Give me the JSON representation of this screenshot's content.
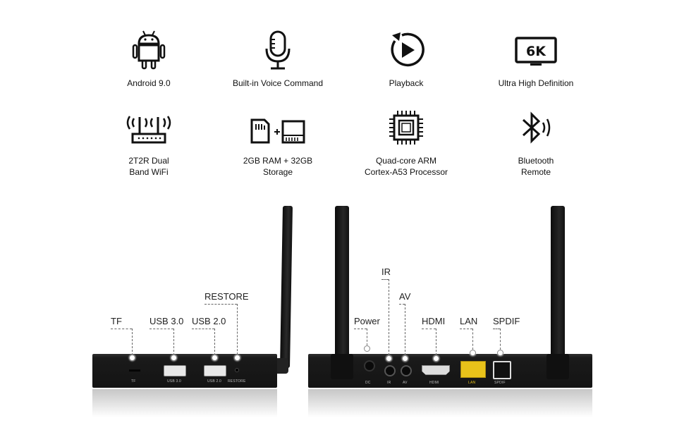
{
  "features": [
    {
      "icon": "android-icon",
      "label": "Android 9.0"
    },
    {
      "icon": "microphone-icon",
      "label": "Built-in Voice Command"
    },
    {
      "icon": "playback-icon",
      "label": "Playback"
    },
    {
      "icon": "monitor-6k-icon",
      "label": "Ultra High Definition",
      "badge": "6K"
    },
    {
      "icon": "router-wifi-icon",
      "label": "2T2R Dual\nBand WiFi"
    },
    {
      "icon": "memory-storage-icon",
      "label": "2GB RAM + 32GB\nStorage"
    },
    {
      "icon": "cpu-chip-icon",
      "label": "Quad-core ARM\nCortex-A53 Processor"
    },
    {
      "icon": "bluetooth-icon",
      "label": "Bluetooth\nRemote"
    }
  ],
  "side_ports": {
    "tf": "TF",
    "usb3": "USB 3.0",
    "usb2": "USB 2.0",
    "restore": "RESTORE",
    "printed": {
      "tf": "TF",
      "usb3": "USB 3.0",
      "usb2": "USB 2.0",
      "restore": "RESTORE"
    }
  },
  "back_ports": {
    "power": "Power",
    "ir": "IR",
    "av": "AV",
    "hdmi": "HDMI",
    "lan": "LAN",
    "spdif": "SPDIF",
    "printed": {
      "dc": "DC",
      "ir": "IR",
      "av": "AV",
      "hdmi": "HDMI",
      "lan": "LAN",
      "spdif": "SPDIF"
    }
  },
  "colors": {
    "lan_port": "#e8c21a",
    "device_body": "#1c1c1c"
  }
}
